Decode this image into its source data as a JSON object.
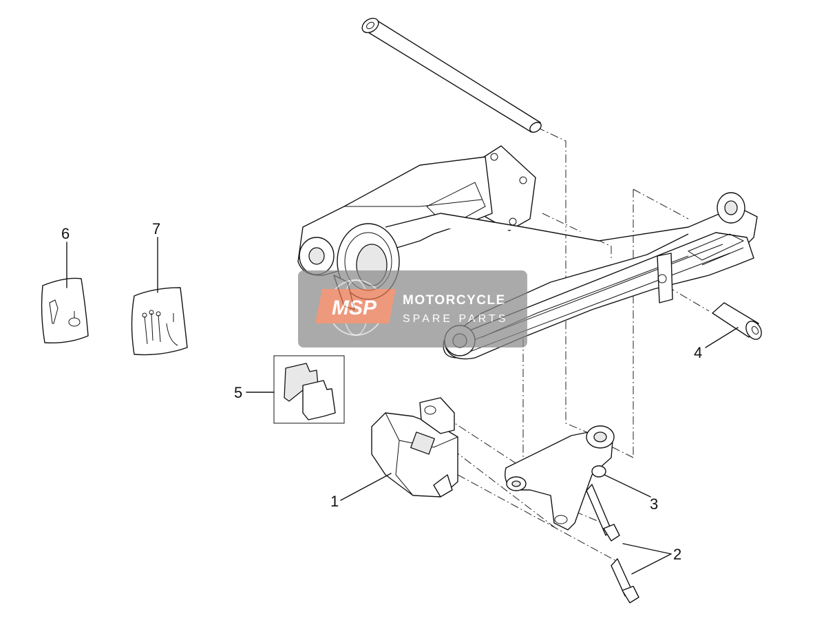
{
  "watermark": {
    "logo": "MSP",
    "line1": "MOTORCYCLE",
    "line2": "SPARE PARTS",
    "logo_color": "#e8734a",
    "panel_color": "#8a8a8a"
  },
  "callouts": [
    {
      "id": "1",
      "label": "1"
    },
    {
      "id": "2",
      "label": "2"
    },
    {
      "id": "3",
      "label": "3"
    },
    {
      "id": "4",
      "label": "4"
    },
    {
      "id": "5",
      "label": "5"
    },
    {
      "id": "6",
      "label": "6"
    },
    {
      "id": "7",
      "label": "7"
    }
  ]
}
